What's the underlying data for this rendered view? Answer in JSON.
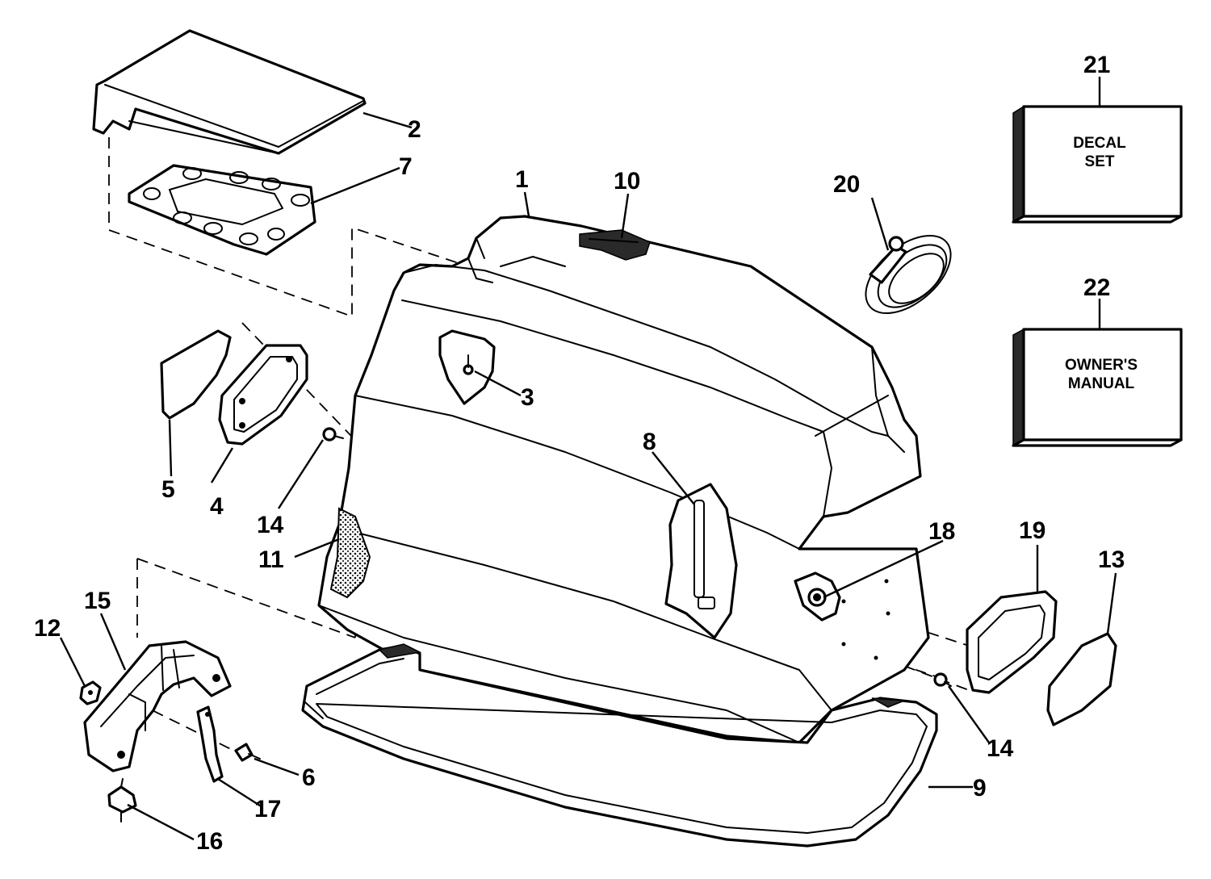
{
  "callouts": {
    "c1": "1",
    "c2": "2",
    "c3": "3",
    "c4": "4",
    "c5": "5",
    "c6": "6",
    "c7": "7",
    "c8": "8",
    "c9": "9",
    "c10": "10",
    "c11": "11",
    "c12": "12",
    "c13": "13",
    "c14a": "14",
    "c14b": "14",
    "c15": "15",
    "c16": "16",
    "c17": "17",
    "c18": "18",
    "c19": "19",
    "c20": "20",
    "c21": "21",
    "c22": "22"
  },
  "boxes": {
    "decal_line1": "DECAL",
    "decal_line2": "SET",
    "manual_line1": "OWNER'S",
    "manual_line2": "MANUAL"
  }
}
